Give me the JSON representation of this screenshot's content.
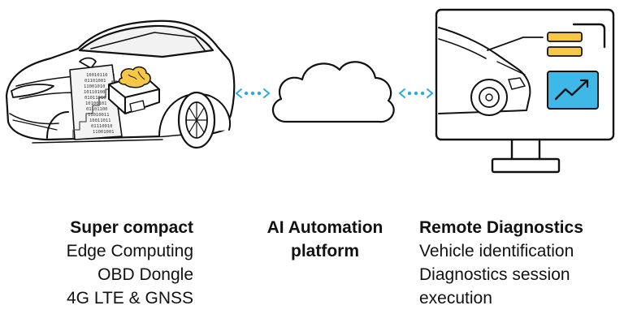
{
  "columns": {
    "left": {
      "title": "Super compact",
      "lines": [
        "Edge Computing",
        "OBD Dongle",
        "4G LTE & GNSS"
      ]
    },
    "middle": {
      "title_lines": [
        "AI Automation",
        "platform"
      ]
    },
    "right": {
      "title": "Remote Diagnostics",
      "lines": [
        "Vehicle identification",
        "Diagnostics session",
        "execution"
      ]
    }
  },
  "binary_rows": [
    "10010110",
    "01101001",
    "11001010",
    "10110100",
    "01011010",
    "10100101",
    "01101100",
    "11010011",
    "10011011",
    "01110010",
    "11001001"
  ],
  "icons": {
    "car": "car-illustration",
    "dongle": "obd-dongle-icon",
    "chip": "brain-chip-icon",
    "cloud": "cloud-icon",
    "monitor": "monitor-icon",
    "chart": "trend-chart-icon"
  },
  "colors": {
    "connector": "#29abe2",
    "accent_yellow": "#f7c844",
    "chart_blue": "#3fb8e8",
    "ink": "#111111"
  }
}
